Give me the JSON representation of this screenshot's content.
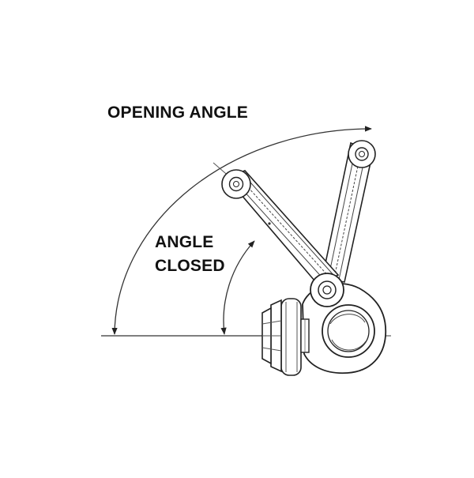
{
  "labels": {
    "opening_angle": "OPENING ANGLE",
    "angle_closed_line1": "ANGLE",
    "angle_closed_line2": "CLOSED"
  },
  "colors": {
    "ink": "#222222",
    "light_ink": "#666666",
    "background": "#ffffff"
  }
}
